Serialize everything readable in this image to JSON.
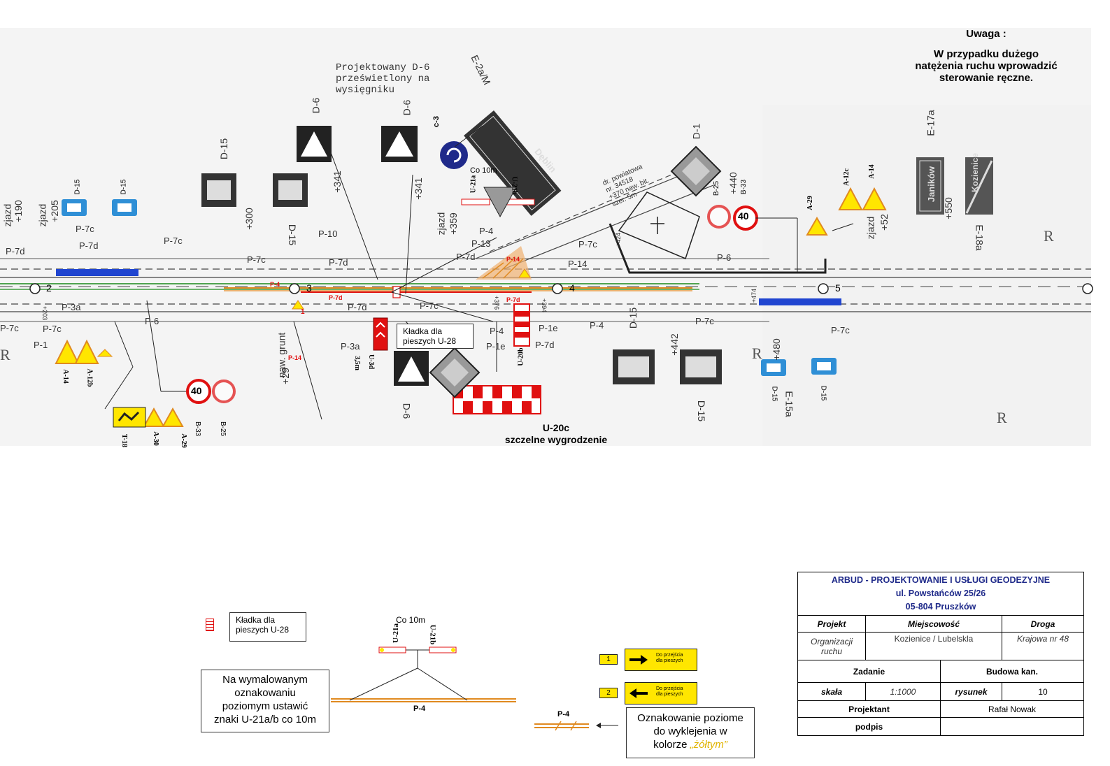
{
  "uwaga": {
    "title": "Uwaga :",
    "line1": "W przypadku dużego",
    "line2": "natężenia ruchu wprowadzić",
    "line3": "sterowanie ręczne."
  },
  "plan": {
    "top_note": [
      "Projektowany D-6",
      "prześwietlony na",
      "wysięgniku"
    ],
    "sign_labels": {
      "d15_a": "D-15",
      "d15_b": "D-15",
      "d15_c": "D-15",
      "d15_d": "D-15",
      "d15_e": "D-15",
      "d15_f": "D-15",
      "d15_g": "D-15",
      "d15_h": "D-15",
      "d6_a": "D-6",
      "d6_b": "D-6",
      "d6_c": "D-6",
      "d1": "D-1",
      "c3": "c-3",
      "e2a": "E-2a/M",
      "e17a": "E-17a",
      "e18a": "E-18a",
      "e15a": "E-15a",
      "a14_a": "A-14",
      "a12b": "A-12b",
      "a12c": "A-12c",
      "a14_b": "A-14",
      "a29_a": "A-29",
      "a29_b": "A-29",
      "a30": "A-30",
      "t18": "T-18",
      "b33_a": "B-33",
      "b33_b": "B-33",
      "b25_a": "B-25",
      "b25_b": "B-25",
      "u21a": "U-21a",
      "u21b": "U-21b",
      "u20b": "U-20b",
      "u3d": "U-3d",
      "u20c": "U-20c",
      "speed": "40",
      "co10m": "Co 10m",
      "u3d_size": "3,5m"
    },
    "chainage": [
      "+190",
      "+205",
      "+300",
      "+341",
      "+341",
      "+359",
      "+424",
      "+442",
      "+474",
      "+480",
      "+550",
      "+52",
      "+29",
      "+376",
      "+394",
      "+440",
      "+203"
    ],
    "markings": [
      "P-7c",
      "P-7d",
      "P-7c",
      "P-7d",
      "P-3a",
      "P-1",
      "P-7c",
      "P-6",
      "P-10",
      "P-7c",
      "P-7d",
      "P-4",
      "P-13",
      "P-7d",
      "P-7c",
      "P-7d",
      "P-7c",
      "P-4",
      "P-1e",
      "P-1e",
      "P-7d",
      "P-3a",
      "P-4",
      "P-7c",
      "P-6",
      "P-7c",
      "P-7c",
      "P-14"
    ],
    "red_markings": [
      "P-4",
      "P-7d",
      "P-14",
      "P-14",
      "P-7d"
    ],
    "road_numbers": [
      "1",
      "2",
      "3",
      "4",
      "5"
    ],
    "zjazd": [
      "zjazd",
      "zjazd",
      "zjazd",
      "zjazd"
    ],
    "road_note": [
      "dr. powiatowa",
      "nr. 34518",
      "+370 naw. bit.",
      "szer. 5m"
    ],
    "naw_grunt": "naw. grunt",
    "city_sign": "Janików",
    "city_sign_2": "Kozienice",
    "dir_sign": "Dęblin",
    "r_letter": "R",
    "kladka_box": [
      "Kładka dla",
      "pieszych U-28"
    ],
    "u20c_note": "szczelne wygrodzenie"
  },
  "legend": {
    "kladka": [
      "Kładka dla",
      "pieszych U-28"
    ],
    "na_wymalowanym": [
      "Na wymalowanym",
      "oznakowaniu",
      "poziomym ustawić",
      "znaki U-21a/b co 10m"
    ],
    "co10m": "Co 10m",
    "u21a": "U-21a",
    "u21b": "U-21b",
    "p4_a": "P-4",
    "p4_b": "P-4",
    "sign1": {
      "num": "1",
      "text1": "Do przejścia",
      "text2": "dla pieszych"
    },
    "sign2": {
      "num": "2",
      "text1": "Do przejścia",
      "text2": "dla pieszych"
    },
    "oznakowanie": {
      "line1": "Oznakowanie poziome",
      "line2": "do wyklejenia w",
      "line3_a": "kolorze ",
      "line3_b": "„żółtym”"
    }
  },
  "title_block": {
    "company": "ARBUD - PROJEKTOWANIE I USŁUGI GEODEZYJNE",
    "street": "ul. Powstańców 25/26",
    "city": "05-804 Pruszków",
    "projekt_label": "Projekt",
    "miejscowosc_label": "Miejscowość",
    "droga_label": "Droga",
    "projekt_val": "Organizacji ruchu",
    "miejscowosc_val": "Kozienice / Lubelskla",
    "droga_val": "Krajowa nr 48",
    "zadanie_label": "Zadanie",
    "zadanie_val": "Budowa kan.",
    "skala_label": "skała",
    "skala_val": "1:1000",
    "rysunek_label": "rysunek",
    "rysunek_val": "10",
    "projektant_label": "Projektant",
    "projektant_val": "Rafał Nowak",
    "podpis_label": "podpis",
    "podpis_val": ""
  },
  "colors": {
    "sign_blue": "#2f8fd6",
    "band_blue": "#2045d0",
    "red": "#e01010",
    "yellow": "#ffe600",
    "orange": "#e08a20",
    "green": "#1a8a1a",
    "navy": "#1f2a8a"
  }
}
